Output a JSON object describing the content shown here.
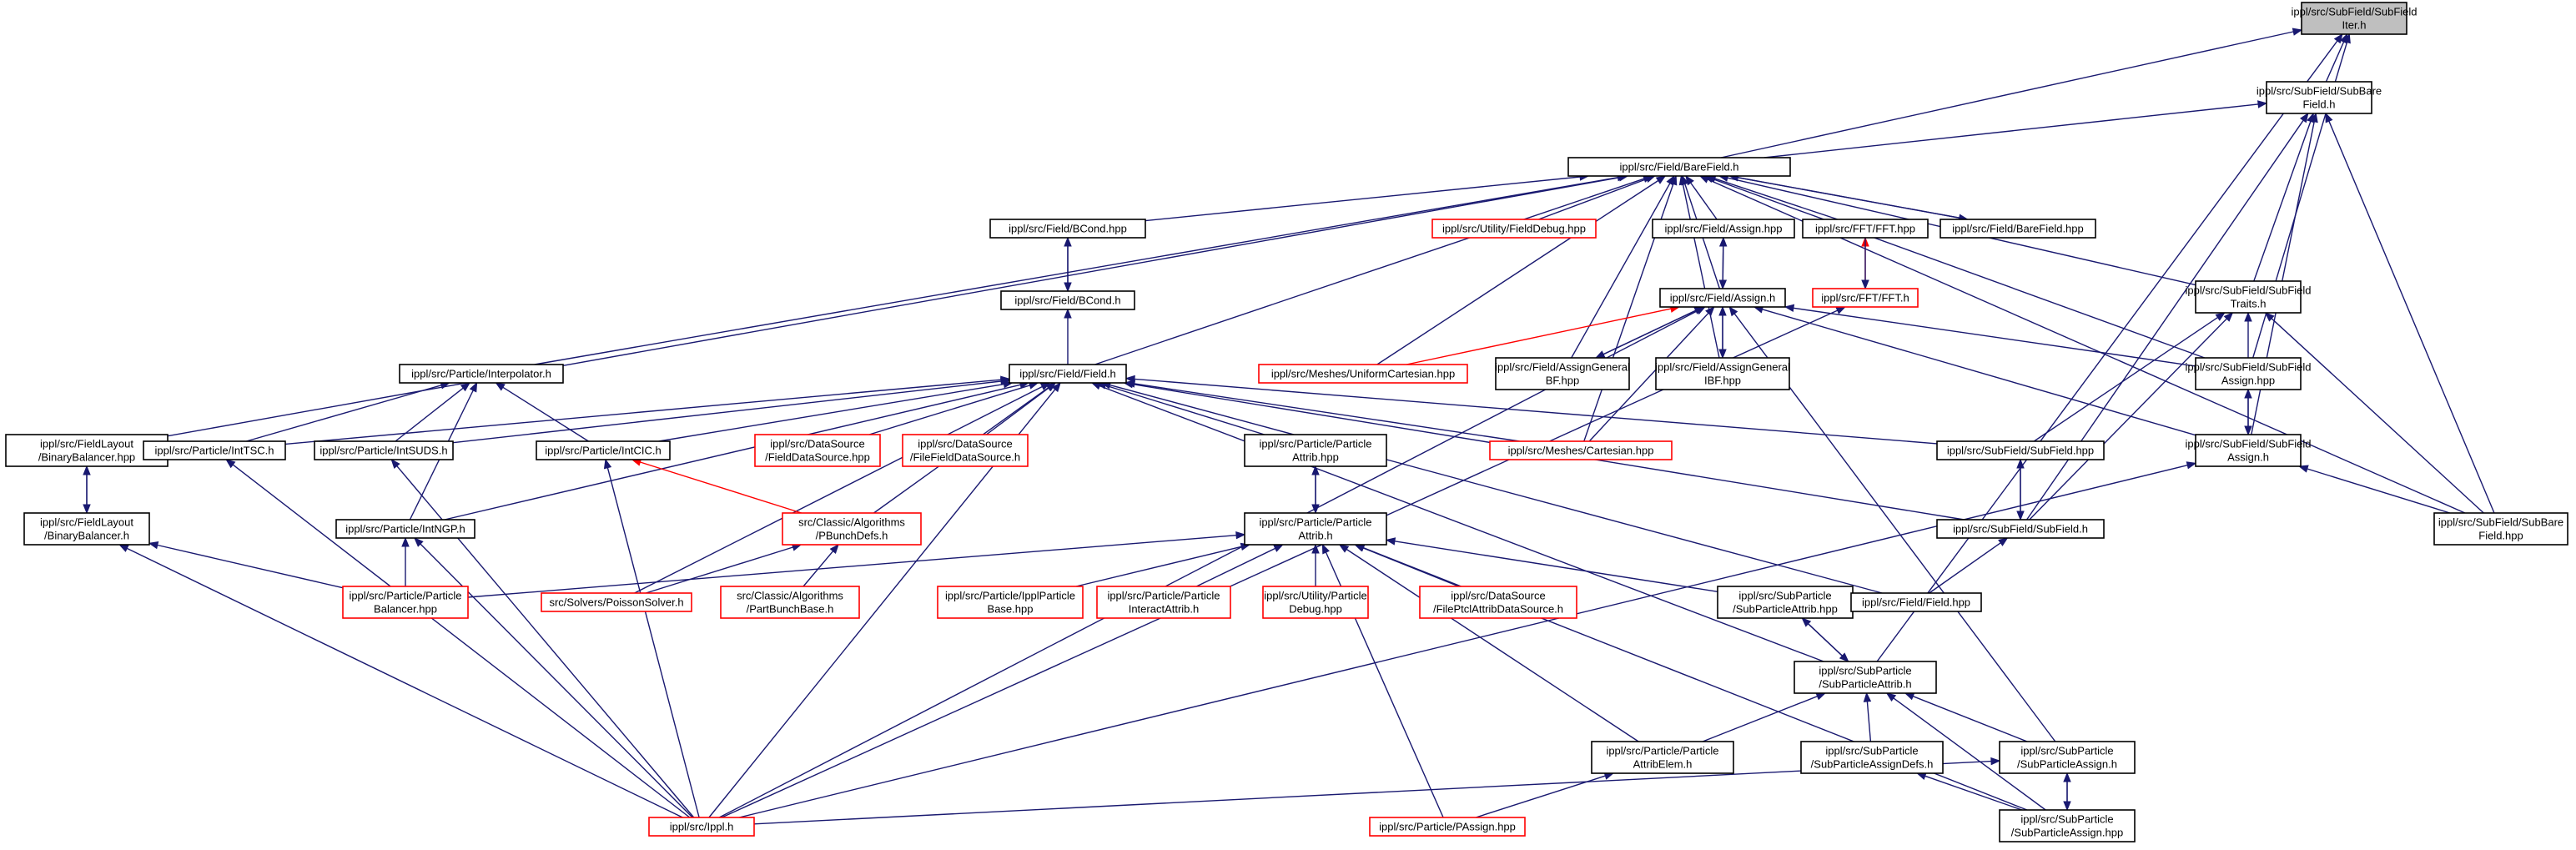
{
  "graph": {
    "colors": {
      "edge": "#191970",
      "edge_red": "#ff0000",
      "border": "#000000",
      "border_red": "#ff0000",
      "root_fill": "#bfbfbf"
    },
    "nodes": [
      {
        "id": "subfielditer",
        "lines": [
          "ippl/src/SubField/SubField",
          "Iter.h"
        ],
        "root": true
      },
      {
        "id": "subbarefield_h",
        "lines": [
          "ippl/src/SubField/SubBare",
          "Field.h"
        ]
      },
      {
        "id": "barefield_h",
        "lines": [
          "ippl/src/Field/BareField.h"
        ]
      },
      {
        "id": "bcond_hpp",
        "lines": [
          "ippl/src/Field/BCond.hpp"
        ]
      },
      {
        "id": "fielddebug",
        "lines": [
          "ippl/src/Utility/FieldDebug.hpp"
        ],
        "red": true
      },
      {
        "id": "assign_hpp",
        "lines": [
          "ippl/src/Field/Assign.hpp"
        ]
      },
      {
        "id": "fft_hpp",
        "lines": [
          "ippl/src/FFT/FFT.hpp"
        ]
      },
      {
        "id": "barefield_hpp",
        "lines": [
          "ippl/src/Field/BareField.hpp"
        ]
      },
      {
        "id": "bcond_h",
        "lines": [
          "ippl/src/Field/BCond.h"
        ]
      },
      {
        "id": "assign_h",
        "lines": [
          "ippl/src/Field/Assign.h"
        ]
      },
      {
        "id": "fft_h",
        "lines": [
          "ippl/src/FFT/FFT.h"
        ],
        "red": true
      },
      {
        "id": "subfieldtraits",
        "lines": [
          "ippl/src/SubField/SubField",
          "Traits.h"
        ]
      },
      {
        "id": "interpolator",
        "lines": [
          "ippl/src/Particle/Interpolator.h"
        ]
      },
      {
        "id": "field_h",
        "lines": [
          "ippl/src/Field/Field.h"
        ]
      },
      {
        "id": "uniformcart",
        "lines": [
          "ippl/src/Meshes/UniformCartesian.hpp"
        ],
        "red": true
      },
      {
        "id": "assigngenbf",
        "lines": [
          "ippl/src/Field/AssignGeneral",
          "BF.hpp"
        ]
      },
      {
        "id": "assigngenibf",
        "lines": [
          "ippl/src/Field/AssignGeneral",
          "IBF.hpp"
        ]
      },
      {
        "id": "subfieldassign_hpp",
        "lines": [
          "ippl/src/SubField/SubField",
          "Assign.hpp"
        ]
      },
      {
        "id": "binbal_hpp",
        "lines": [
          "ippl/src/FieldLayout",
          "/BinaryBalancer.hpp"
        ]
      },
      {
        "id": "inttsc",
        "lines": [
          "ippl/src/Particle/IntTSC.h"
        ]
      },
      {
        "id": "intsuds",
        "lines": [
          "ippl/src/Particle/IntSUDS.h"
        ]
      },
      {
        "id": "intcic",
        "lines": [
          "ippl/src/Particle/IntCIC.h"
        ]
      },
      {
        "id": "fielddatasource",
        "lines": [
          "ippl/src/DataSource",
          "/FieldDataSource.hpp"
        ],
        "red": true
      },
      {
        "id": "filefielddatasource",
        "lines": [
          "ippl/src/DataSource",
          "/FileFieldDataSource.h"
        ],
        "red": true
      },
      {
        "id": "cartesian",
        "lines": [
          "ippl/src/Meshes/Cartesian.hpp"
        ],
        "red": true
      },
      {
        "id": "attrib_hpp",
        "lines": [
          "ippl/src/Particle/Particle",
          "Attrib.hpp"
        ]
      },
      {
        "id": "subfield_hpp",
        "lines": [
          "ippl/src/SubField/SubField.hpp"
        ]
      },
      {
        "id": "subfieldassign_h",
        "lines": [
          "ippl/src/SubField/SubField",
          "Assign.h"
        ]
      },
      {
        "id": "binbal_h",
        "lines": [
          "ippl/src/FieldLayout",
          "/BinaryBalancer.h"
        ]
      },
      {
        "id": "intngp",
        "lines": [
          "ippl/src/Particle/IntNGP.h"
        ]
      },
      {
        "id": "pbunchdefs",
        "lines": [
          "src/Classic/Algorithms",
          "/PBunchDefs.h"
        ],
        "red": true
      },
      {
        "id": "attrib_h",
        "lines": [
          "ippl/src/Particle/Particle",
          "Attrib.h"
        ]
      },
      {
        "id": "subfield_h",
        "lines": [
          "ippl/src/SubField/SubField.h"
        ]
      },
      {
        "id": "subbarefield_hpp",
        "lines": [
          "ippl/src/SubField/SubBare",
          "Field.hpp"
        ]
      },
      {
        "id": "partbalancer",
        "lines": [
          "ippl/src/Particle/Particle",
          "Balancer.hpp"
        ],
        "red": true
      },
      {
        "id": "poissonsolver",
        "lines": [
          "src/Solvers/PoissonSolver.h"
        ],
        "red": true
      },
      {
        "id": "partbunchbase",
        "lines": [
          "src/Classic/Algorithms",
          "/PartBunchBase.h"
        ],
        "red": true
      },
      {
        "id": "ipplparticlebase",
        "lines": [
          "ippl/src/Particle/IpplParticle",
          "Base.hpp"
        ],
        "red": true
      },
      {
        "id": "interactattrib",
        "lines": [
          "ippl/src/Particle/Particle",
          "InteractAttrib.h"
        ],
        "red": true
      },
      {
        "id": "particledebug",
        "lines": [
          "ippl/src/Utility/Particle",
          "Debug.hpp"
        ],
        "red": true
      },
      {
        "id": "fileptclattrib",
        "lines": [
          "ippl/src/DataSource",
          "/FilePtclAttribDataSource.h"
        ],
        "red": true
      },
      {
        "id": "subpattrib_hpp",
        "lines": [
          "ippl/src/SubParticle",
          "/SubParticleAttrib.hpp"
        ]
      },
      {
        "id": "field_hpp",
        "lines": [
          "ippl/src/Field/Field.hpp"
        ]
      },
      {
        "id": "subpattrib_h",
        "lines": [
          "ippl/src/SubParticle",
          "/SubParticleAttrib.h"
        ]
      },
      {
        "id": "attribelem",
        "lines": [
          "ippl/src/Particle/Particle",
          "AttribElem.h"
        ]
      },
      {
        "id": "subpassigndefs",
        "lines": [
          "ippl/src/SubParticle",
          "/SubParticleAssignDefs.h"
        ]
      },
      {
        "id": "subpassign_h",
        "lines": [
          "ippl/src/SubParticle",
          "/SubParticleAssign.h"
        ]
      },
      {
        "id": "ippl_h",
        "lines": [
          "ippl/src/Ippl.h"
        ],
        "red": true
      },
      {
        "id": "passign",
        "lines": [
          "ippl/src/Particle/PAssign.hpp"
        ],
        "red": true
      },
      {
        "id": "subpassign_hpp",
        "lines": [
          "ippl/src/SubParticle",
          "/SubParticleAssign.hpp"
        ]
      }
    ],
    "edges": [
      [
        "barefield_h",
        "subfielditer"
      ],
      [
        "subbarefield_h",
        "subfielditer"
      ],
      [
        "subfieldassign_hpp",
        "subfielditer"
      ],
      [
        "subpattrib_h",
        "subfielditer"
      ],
      [
        "barefield_h",
        "subbarefield_h"
      ],
      [
        "subfieldtraits",
        "subbarefield_h"
      ],
      [
        "subfieldassign_h",
        "subbarefield_h"
      ],
      [
        "subfield_h",
        "subbarefield_h"
      ],
      [
        "subbarefield_hpp",
        "subbarefield_h"
      ],
      [
        "bcond_hpp",
        "barefield_h"
      ],
      [
        "fielddebug",
        "barefield_h"
      ],
      [
        "assign_hpp",
        "barefield_h"
      ],
      [
        "fft_hpp",
        "barefield_h"
      ],
      [
        "barefield_hpp",
        "barefield_h"
      ],
      [
        "assign_h",
        "barefield_h"
      ],
      [
        "field_h",
        "barefield_h"
      ],
      [
        "interpolator",
        "barefield_h"
      ],
      [
        "uniformcart",
        "barefield_h"
      ],
      [
        "assigngenbf",
        "barefield_h"
      ],
      [
        "assigngenibf",
        "barefield_h"
      ],
      [
        "cartesian",
        "barefield_h"
      ],
      [
        "binbal_hpp",
        "barefield_h"
      ],
      [
        "subfieldtraits",
        "barefield_h"
      ],
      [
        "subfieldassign_hpp",
        "barefield_h"
      ],
      [
        "subbarefield_hpp",
        "barefield_h"
      ],
      [
        "barefield_h",
        "barefield_hpp"
      ],
      [
        "bcond_h",
        "bcond_hpp"
      ],
      [
        "bcond_hpp",
        "bcond_h"
      ],
      [
        "field_h",
        "bcond_h"
      ],
      [
        "assign_h",
        "assign_hpp"
      ],
      [
        "assign_hpp",
        "assign_h"
      ],
      [
        "fft_h",
        "fft_hpp",
        "red"
      ],
      [
        "fft_hpp",
        "fft_h"
      ],
      [
        "uniformcart",
        "assign_h",
        "red"
      ],
      [
        "assigngenbf",
        "assign_h"
      ],
      [
        "assign_h",
        "assigngenbf"
      ],
      [
        "assigngenibf",
        "assign_h"
      ],
      [
        "assign_h",
        "assigngenibf"
      ],
      [
        "cartesian",
        "assign_h"
      ],
      [
        "subfieldassign_hpp",
        "assign_h"
      ],
      [
        "subfieldassign_h",
        "assign_h"
      ],
      [
        "subpassign_h",
        "assign_h"
      ],
      [
        "ippl_h",
        "assign_h"
      ],
      [
        "ippl_h",
        "fft_h"
      ],
      [
        "subfieldassign_hpp",
        "subfieldtraits"
      ],
      [
        "subfield_hpp",
        "subfieldtraits"
      ],
      [
        "subfield_h",
        "subfieldtraits"
      ],
      [
        "subbarefield_hpp",
        "subfieldtraits"
      ],
      [
        "subfieldassign_h",
        "subfieldassign_hpp"
      ],
      [
        "subfieldassign_hpp",
        "subfieldassign_h"
      ],
      [
        "inttsc",
        "interpolator"
      ],
      [
        "intsuds",
        "interpolator"
      ],
      [
        "intcic",
        "interpolator"
      ],
      [
        "intngp",
        "interpolator"
      ],
      [
        "inttsc",
        "field_h"
      ],
      [
        "intsuds",
        "field_h"
      ],
      [
        "intcic",
        "field_h"
      ],
      [
        "intngp",
        "field_h"
      ],
      [
        "fielddatasource",
        "field_h"
      ],
      [
        "filefielddatasource",
        "field_h"
      ],
      [
        "cartesian",
        "field_h"
      ],
      [
        "attrib_hpp",
        "field_h"
      ],
      [
        "subfield_hpp",
        "field_h"
      ],
      [
        "subfield_h",
        "field_h"
      ],
      [
        "field_hpp",
        "field_h"
      ],
      [
        "pbunchdefs",
        "field_h"
      ],
      [
        "poissonsolver",
        "field_h"
      ],
      [
        "ippl_h",
        "field_h"
      ],
      [
        "subpattrib_h",
        "field_h"
      ],
      [
        "binbal_h",
        "binbal_hpp"
      ],
      [
        "binbal_hpp",
        "binbal_h"
      ],
      [
        "ippl_h",
        "inttsc"
      ],
      [
        "ippl_h",
        "intsuds"
      ],
      [
        "ippl_h",
        "intcic"
      ],
      [
        "pbunchdefs",
        "intcic",
        "red"
      ],
      [
        "attrib_h",
        "attrib_hpp"
      ],
      [
        "attrib_hpp",
        "attrib_h"
      ],
      [
        "subfield_h",
        "subfield_hpp"
      ],
      [
        "subfield_hpp",
        "subfield_h"
      ],
      [
        "subbarefield_hpp",
        "subfieldassign_h"
      ],
      [
        "ippl_h",
        "subfieldassign_h"
      ],
      [
        "partbalancer",
        "binbal_h"
      ],
      [
        "ippl_h",
        "binbal_h"
      ],
      [
        "partbalancer",
        "intngp"
      ],
      [
        "ippl_h",
        "intngp"
      ],
      [
        "poissonsolver",
        "pbunchdefs"
      ],
      [
        "partbunchbase",
        "pbunchdefs"
      ],
      [
        "partbalancer",
        "attrib_h"
      ],
      [
        "ipplparticlebase",
        "attrib_h"
      ],
      [
        "interactattrib",
        "attrib_h"
      ],
      [
        "particledebug",
        "attrib_h"
      ],
      [
        "fileptclattrib",
        "attrib_h"
      ],
      [
        "subpattrib_hpp",
        "attrib_h"
      ],
      [
        "attribelem",
        "attrib_h"
      ],
      [
        "passign",
        "attrib_h"
      ],
      [
        "subpassign_hpp",
        "attrib_h"
      ],
      [
        "field_hpp",
        "subfield_h"
      ],
      [
        "subpattrib_h",
        "subpattrib_hpp"
      ],
      [
        "subpattrib_hpp",
        "subpattrib_h"
      ],
      [
        "attribelem",
        "subpattrib_h"
      ],
      [
        "subpassigndefs",
        "subpattrib_h"
      ],
      [
        "subpassign_h",
        "subpattrib_h"
      ],
      [
        "subpassign_hpp",
        "subpattrib_h"
      ],
      [
        "passign",
        "attribelem"
      ],
      [
        "ippl_h",
        "subpassign_h"
      ],
      [
        "subpassign_hpp",
        "subpassign_h"
      ],
      [
        "subpassign_h",
        "subpassign_hpp"
      ],
      [
        "subpassign_hpp",
        "subpassigndefs"
      ]
    ]
  }
}
